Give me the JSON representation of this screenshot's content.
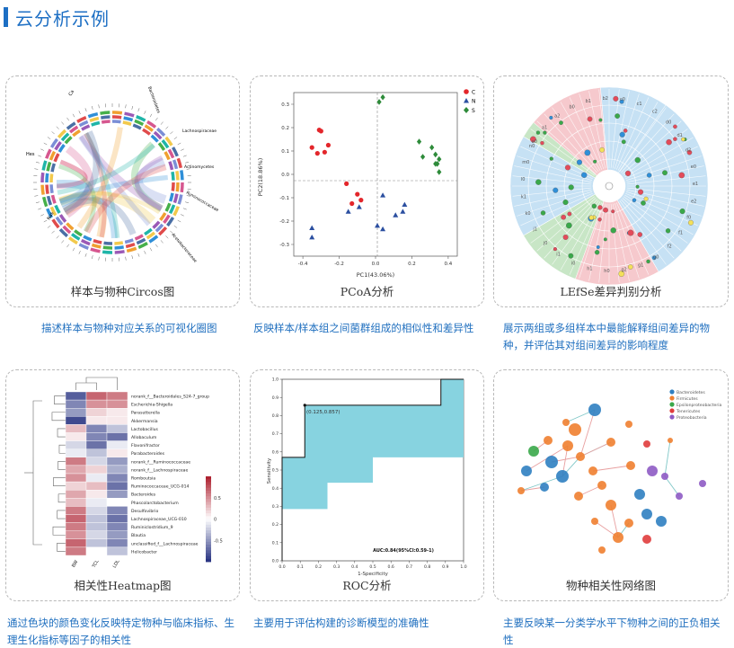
{
  "page": {
    "title": "云分析示例"
  },
  "colors": {
    "accent": "#1d6fc4",
    "c_group": "#e3262b",
    "n_group": "#2b4fa0",
    "s_group": "#2e8b3a",
    "roc_fill": "#87d3e0"
  },
  "cards": [
    {
      "label": "样本与物种Circos图",
      "desc": "描述样本与物种对应关系的可视化圈图"
    },
    {
      "label": "PCoA分析",
      "desc": "反映样本/样本组之间菌群组成的相似性和差异性"
    },
    {
      "label": "LEfSe差异判别分析",
      "desc": "展示两组或多组样本中最能解释组间差异的物种，并评估其对组间差异的影响程度"
    },
    {
      "label": "相关性Heatmap图",
      "desc": "通过色块的颜色变化反映特定物种与临床指标、生理生化指标等因子的相关性"
    },
    {
      "label": "ROC分析",
      "desc": "主要用于评估构建的诊断模型的准确性"
    },
    {
      "label": "物种相关性网络图",
      "desc": "主要反映某一分类学水平下物种之间的正负相关性"
    }
  ],
  "circos": {
    "labels": [
      "Ca",
      "Bacteroidetes",
      "Lachnospiraceae",
      "Actinomycetes",
      "Ruminococcaceae",
      "Acetobacteraceae",
      "Hes",
      "Nas"
    ]
  },
  "pcoa": {
    "xlabel": "PC1(43.06%)",
    "ylabel": "PC2(18.86%)",
    "legend": [
      {
        "name": "C"
      },
      {
        "name": "N"
      },
      {
        "name": "S"
      }
    ],
    "xticks": [
      "-0.4",
      "-0.2",
      "0.0",
      "0.2",
      "0.4"
    ],
    "yticks": [
      "0.3",
      "0.2",
      "0.1",
      "0.0",
      "-0.1",
      "-0.2",
      "-0.3"
    ]
  },
  "lefse": {
    "labels": [
      "a0",
      "a1",
      "a2",
      "b0",
      "b1",
      "b2",
      "c0",
      "c1",
      "c2",
      "d0",
      "d1",
      "d2",
      "e0",
      "e1",
      "e2",
      "f0",
      "f1",
      "f2",
      "g0",
      "g1",
      "g2",
      "h0",
      "h1",
      "i0",
      "i1",
      "j0",
      "j1",
      "k0",
      "k1",
      "l0",
      "m0",
      "n0"
    ]
  },
  "heatmap": {
    "rows": [
      "norank_f__Bacteroidales_S24-7_group",
      "Escherichia-Shigella",
      "Parasutterella",
      "Akkermansia",
      "Lactobacillus",
      "Allobaculum",
      "Flavonifractor",
      "Parabacteroides",
      "norank_f__Ruminococcaceae",
      "norank_f__Lachnospiraceae",
      "Romboutsia",
      "Ruminococcaceae_UCG-014",
      "Bacteroides",
      "Phascolarctobacterium",
      "Desulfovibrio",
      "Lachnospiraceae_UCG-010",
      "Ruminiclostridium_9",
      "Blautia",
      "unclassified_f__Lachnospiraceae",
      "Helicobacter"
    ],
    "cols": [
      "BW",
      "TCL",
      "LDL"
    ],
    "legend_ticks": [
      "0.5",
      "0",
      "-0.5"
    ]
  },
  "roc": {
    "xlabel": "1-Specificity",
    "ylabel": "Sensitivity",
    "point_label": "(0.125,0.857)",
    "auc_label": "AUC:0.84(95%CI:0.59-1)",
    "ticks": [
      "0.0",
      "0.1",
      "0.2",
      "0.3",
      "0.4",
      "0.5",
      "0.6",
      "0.7",
      "0.8",
      "0.9",
      "1.0"
    ]
  },
  "network": {
    "legend": [
      {
        "name": "Bacteroidetes",
        "color": "#2f7fc1"
      },
      {
        "name": "Firmicutes",
        "color": "#f08030"
      },
      {
        "name": "Epsilonproteobacteria",
        "color": "#3aa84a"
      },
      {
        "name": "Tenericutes",
        "color": "#e03c3c"
      },
      {
        "name": "Proteobacteria",
        "color": "#8e5bc4"
      }
    ]
  }
}
